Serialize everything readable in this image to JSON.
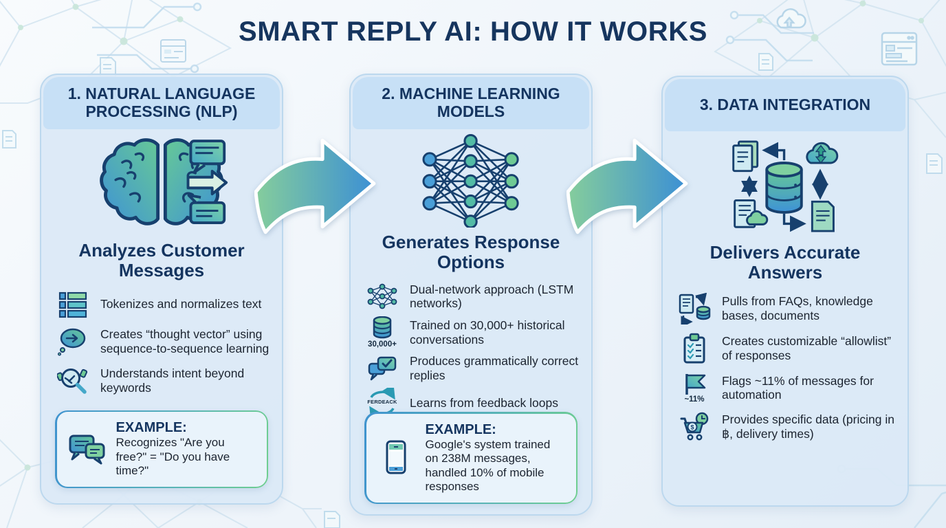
{
  "title": "SMART REPLY AI: HOW IT WORKS",
  "columns": [
    {
      "header": "1. NATURAL LANGUAGE PROCESSING (NLP)",
      "main_icon": "brain-speech-icon",
      "subtitle": "Analyzes Customer Messages",
      "bullets": [
        {
          "icon": "list-icon",
          "text": "Tokenizes and normalizes text"
        },
        {
          "icon": "thought-vector-icon",
          "text": "Creates “thought vector” using sequence-to-sequence learning"
        },
        {
          "icon": "intent-search-icon",
          "text": "Understands intent beyond keywords"
        }
      ],
      "example": {
        "icon": "chat-bubbles-icon",
        "label": "EXAMPLE:",
        "text": "Recognizes \"Are you free?\" = \"Do you have time?\""
      }
    },
    {
      "header": "2. MACHINE LEARNING MODELS",
      "main_icon": "neural-network-icon",
      "subtitle": "Generates Response Options",
      "bullets": [
        {
          "icon": "mini-network-icon",
          "text": "Dual-network approach (LSTM networks)"
        },
        {
          "icon": "database-icon",
          "icon_label": "30,000+",
          "text": "Trained on 30,000+ historical conversations"
        },
        {
          "icon": "chat-check-icon",
          "text": "Produces grammatically correct replies"
        },
        {
          "icon": "feedback-loop-icon",
          "icon_label": "FERDEACK",
          "text": "Learns from feedback loops"
        }
      ],
      "example": {
        "icon": "phone-icon",
        "label": "EXAMPLE:",
        "text": "Google's system trained on 238M messages, handled 10% of mobile responses"
      }
    },
    {
      "header": "3. DATA INTEGRATION",
      "main_icon": "data-hub-icon",
      "subtitle": "Delivers Accurate Answers",
      "bullets": [
        {
          "icon": "doc-database-sync-icon",
          "text": "Pulls from FAQs, knowledge bases, documents"
        },
        {
          "icon": "clipboard-checklist-icon",
          "text": "Creates customizable “allowlist” of responses"
        },
        {
          "icon": "flag-icon",
          "icon_label": "~11%",
          "text": "Flags ~11% of messages for automation"
        },
        {
          "icon": "cart-dollar-clock-icon",
          "text": "Provides specific data (pricing in ฿, delivery times)"
        }
      ]
    }
  ],
  "flow": {
    "arrow_icon": "curved-flow-arrow-icon",
    "count": 2
  },
  "background_decorations": [
    "network-mesh-pattern",
    "circuit-lines",
    "cloud-sync-icon",
    "browser-window-icon",
    "document-icon"
  ],
  "colors": {
    "title_text": "#16355e",
    "card_bg": "#dbe9f6",
    "card_header_bg": "#c7e0f6",
    "body_text": "#1c2430",
    "icon_outline": "#17406e",
    "icon_blue": "#3e92d6",
    "icon_green": "#6fcf8f",
    "arrow_gradient": [
      "#85cd9c",
      "#3c90d4"
    ]
  }
}
